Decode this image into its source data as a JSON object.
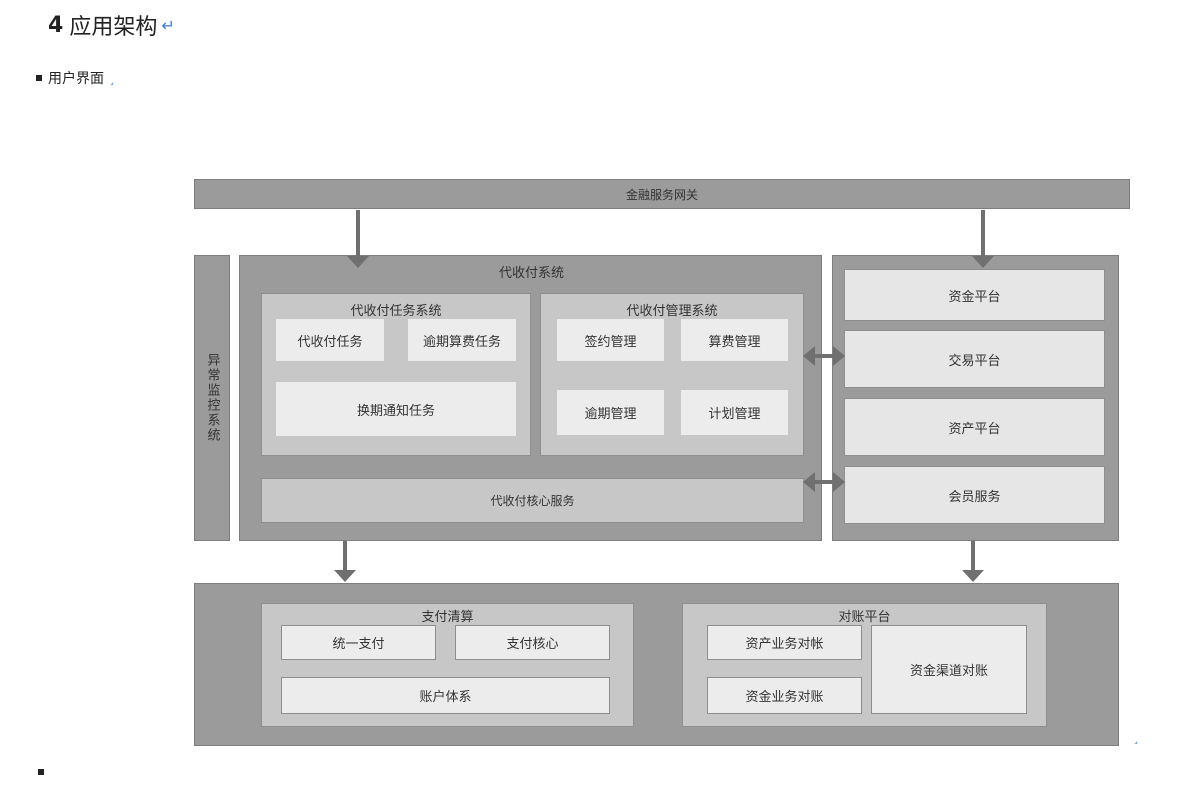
{
  "doc": {
    "heading_number": "4",
    "heading_text": "应用架构",
    "heading_mark": "↵",
    "bullet_text": "用户界面",
    "para_mark": "˼",
    "end_mark": "˼"
  },
  "diagram": {
    "gateway": "金融服务网关",
    "monitor": "异常监控系统",
    "dfs": {
      "title": "代收付系统",
      "task_system": {
        "title": "代收付任务系统",
        "items": [
          "代收付任务",
          "逾期算费任务",
          "换期通知任务"
        ]
      },
      "mgmt_system": {
        "title": "代收付管理系统",
        "items": [
          "签约管理",
          "算费管理",
          "逾期管理",
          "计划管理"
        ]
      },
      "core": "代收付核心服务"
    },
    "platforms": [
      "资金平台",
      "交易平台",
      "资产平台",
      "会员服务"
    ],
    "payment": {
      "title": "支付清算",
      "items": [
        "统一支付",
        "支付核心",
        "账户体系"
      ]
    },
    "recon": {
      "title": "对账平台",
      "items": [
        "资产业务对帐",
        "资金业务对账",
        "资金渠道对账"
      ]
    }
  },
  "colors": {
    "dark": "#9b9b9b",
    "mid": "#c7c7c7",
    "light": "#ececec",
    "arrow": "#707070",
    "mark": "#3a7bd5"
  }
}
